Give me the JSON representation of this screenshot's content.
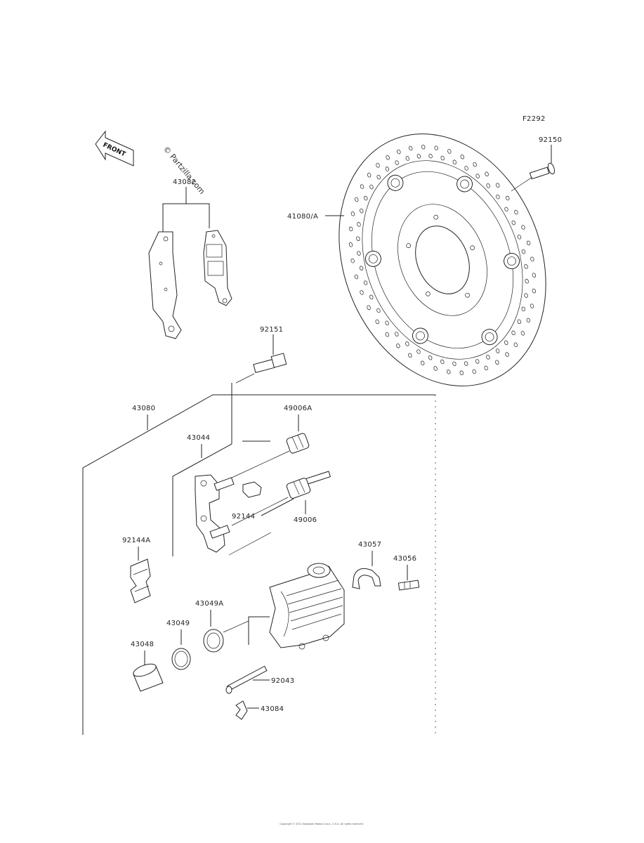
{
  "diagram_code": "F2292",
  "watermark": "© Partzilla.com",
  "front_label": "FRONT",
  "parts": [
    {
      "key": "disc_bolt",
      "label": "92150"
    },
    {
      "key": "disc",
      "label": "41080/A"
    },
    {
      "key": "pad_set",
      "label": "43082"
    },
    {
      "key": "bracket_bolt",
      "label": "92151"
    },
    {
      "key": "caliper_assy",
      "label": "43080"
    },
    {
      "key": "boot_a",
      "label": "49006A"
    },
    {
      "key": "holder",
      "label": "43044"
    },
    {
      "key": "pin",
      "label": "92144"
    },
    {
      "key": "boot",
      "label": "49006"
    },
    {
      "key": "spring",
      "label": "92144A"
    },
    {
      "key": "bleeder_cap",
      "label": "43057"
    },
    {
      "key": "bleeder_valve",
      "label": "43056"
    },
    {
      "key": "dust_seal",
      "label": "43049A"
    },
    {
      "key": "piston_seal",
      "label": "43049"
    },
    {
      "key": "piston",
      "label": "43048"
    },
    {
      "key": "pad_pin",
      "label": "92043"
    },
    {
      "key": "clip",
      "label": "43084"
    }
  ],
  "copyright": "Copyright © 2011 Kawasaki Motors Corp., U.S.A. All rights reserved."
}
